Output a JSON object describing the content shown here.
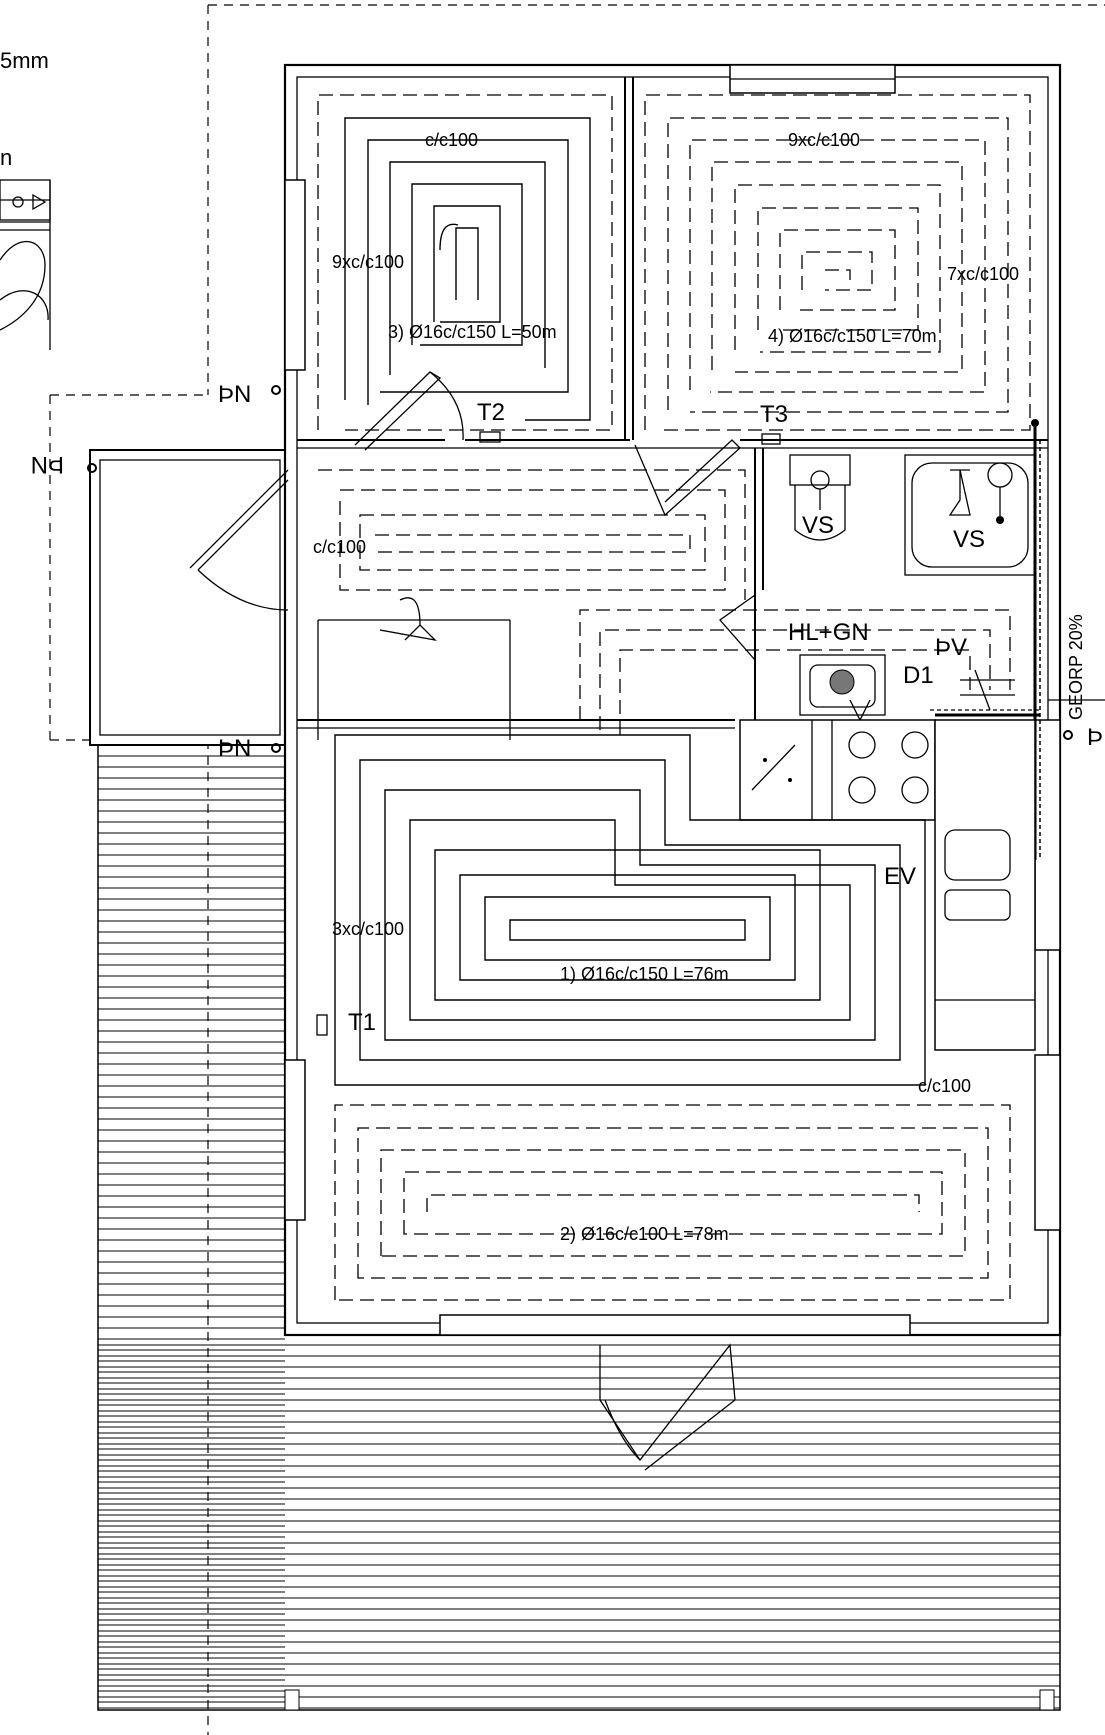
{
  "drawing": {
    "title": "",
    "left_fragment_text": "5mm",
    "left_fragment_letter": "n"
  },
  "labels": {
    "pn_upper": "ÞN",
    "pn_left": "ÞN",
    "pn_lower": "ÞN",
    "p_right": "Þ",
    "t1": "T1",
    "t2": "T2",
    "t3": "T3",
    "room3_cc": "c/c100",
    "room3_spacing": "9xc/c100",
    "room3_loop": "3) Ø16c/c150 L=50m",
    "room4_spacing_top": "9xc/c100",
    "room4_spacing_side": "7xc/c100",
    "room4_loop": "4) Ø16c/c150 L=70m",
    "hall_cc": "c/c100",
    "vs_left": "VS",
    "vs_right": "VS",
    "hl_gn": "HL+GN",
    "pv": "ÞV",
    "d1": "D1",
    "ev": "EV",
    "main_spacing": "3xc/c100",
    "loop1": "1) Ø16c/c150 L=76m",
    "main_cc": "c/c100",
    "loop2": "2) Ø16c/c100 L=78m",
    "slope_text": "GEORP 20%"
  }
}
